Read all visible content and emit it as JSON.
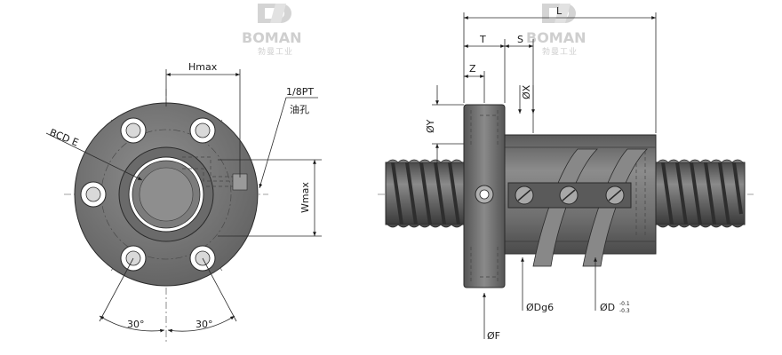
{
  "brand": {
    "name": "BOMAN",
    "tagline": "勃曼工业"
  },
  "front_view": {
    "hmax_label": "Hmax",
    "wmax_label": "Wmax",
    "bcd_label": "BCD E",
    "oil_hole_thread": "1/8PT",
    "oil_hole_label": "油孔",
    "angle_left": "30°",
    "angle_right": "30°"
  },
  "side_view": {
    "length_label": "L",
    "t_label": "T",
    "s_label": "S",
    "z_label": "Z",
    "x_label": "ØX",
    "y_label": "ØY",
    "f_label": "ØF",
    "dg6_label": "ØDg6",
    "d_label": "ØD",
    "d_tol_upper": "-0.1",
    "d_tol_lower": "-0.3"
  },
  "colors": {
    "body_fill": "#6f6f6f",
    "body_dark": "#3d3d3d",
    "body_light": "#9a9a9a",
    "line": "#2a2a2a",
    "watermark": "#cfcfcf"
  }
}
